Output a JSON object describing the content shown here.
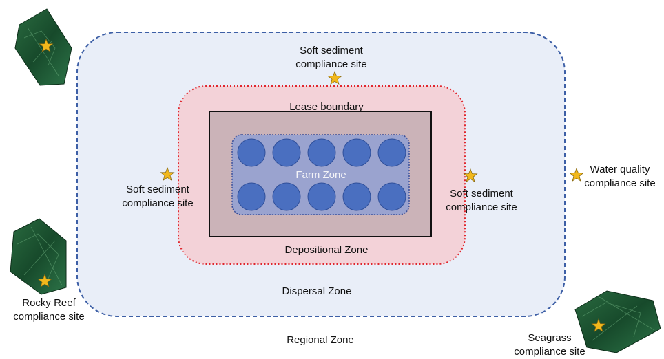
{
  "zones": {
    "regional": "Regional Zone",
    "dispersal": "Dispersal Zone",
    "depositional": "Depositional Zone",
    "lease": "Lease boundary",
    "farm": "Farm Zone"
  },
  "sites": {
    "soft_sediment_top": "Soft sediment\ncompliance site",
    "soft_sediment_left": "Soft sediment\ncompliance site",
    "soft_sediment_right": "Soft sediment\ncompliance site",
    "water_quality": "Water quality\ncompliance site",
    "rocky_reef": "Rocky Reef\ncompliance site",
    "seagrass": "Seagrass\ncompliance site"
  },
  "colors": {
    "dispersal_fill": "#e9eef8",
    "dispersal_border": "#3d5fa6",
    "depositional_fill": "#f3d2d8",
    "depositional_border": "#e0262d",
    "lease_fill": "#cbb3b8",
    "lease_border": "#111111",
    "farm_fill": "#9aa3cf",
    "farm_border": "#3a4f9a",
    "pen_fill": "#4a6fc0",
    "star_fill": "#f2b81c",
    "star_stroke": "#8a6a10",
    "habitat_dark": "#123a22",
    "habitat_mid": "#2f7a4a"
  },
  "pens": {
    "rows": 2,
    "columns": 5
  }
}
